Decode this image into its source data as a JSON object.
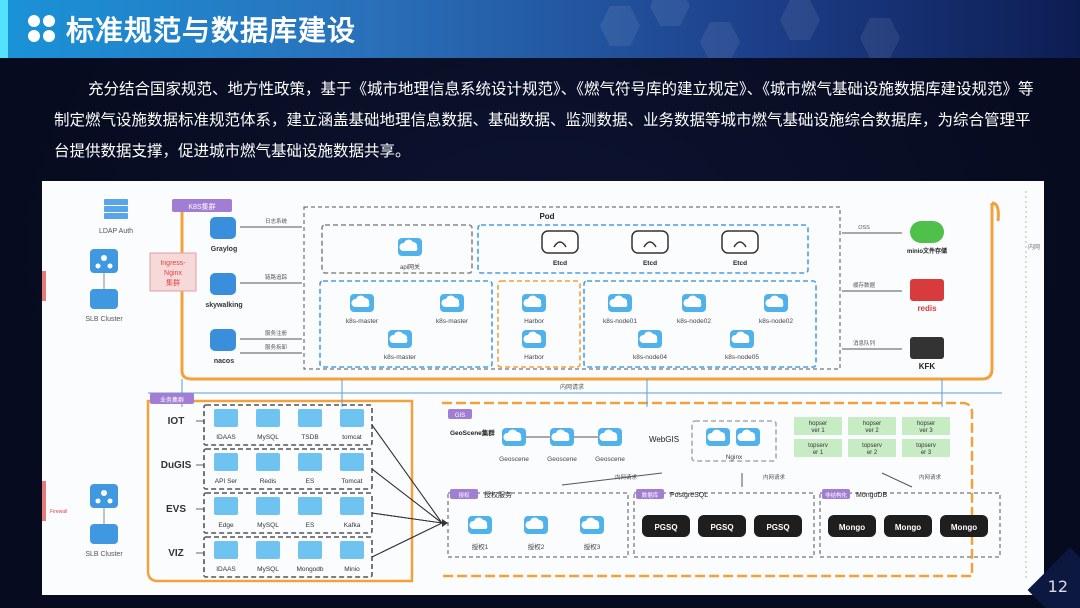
{
  "slide": {
    "title": "标准规范与数据库建设",
    "paragraph": "充分结合国家规范、地方性政策，基于《城市地理信息系统设计规范》、《燃气符号库的建立规定》、《城市燃气基础设施数据库建设规范》等制定燃气设施数据标准规范体系，建立涵盖基础地理信息数据、基础数据、监测数据、业务数据等城市燃气基础设施综合数据库，为综合管理平台提供数据支撑，促进城市燃气基础设施数据共享。",
    "page_number": "12"
  },
  "colors": {
    "accent": "#1a93d8",
    "orange": "#f2a23c",
    "blue_dash": "#4a9fe0",
    "cloud": "#4fb2ea"
  },
  "diagram": {
    "ldap": "LDAP Auth",
    "slb": "SLB Cluster",
    "k8s_tag": "K8S集群",
    "ingress": [
      "Ingress-",
      "Nginx",
      "集群"
    ],
    "side_services": [
      {
        "label": "Graylog",
        "link": "日志系统",
        "icon": "sync-icon"
      },
      {
        "label": "skywalking",
        "link": "链路追踪",
        "icon": "heartbeat-icon"
      },
      {
        "label": "nacos",
        "link": "服务注册",
        "link2": "服务拆卸",
        "icon": "cluster-icon"
      }
    ],
    "pod": {
      "title": "Pod",
      "api_gateway": "api网关",
      "etcd": [
        "Etcd",
        "Etcd",
        "Etcd"
      ],
      "masters": [
        "k8s-master",
        "k8s-master",
        "k8s-master"
      ],
      "harbor": [
        "Harbor",
        "Harbor"
      ],
      "nodes": [
        "k8s-node01",
        "k8s-node02",
        "k8s-node02",
        "k8s-node04",
        "k8s-node05"
      ]
    },
    "right_services": [
      {
        "label": "minio文件存储",
        "link": "OSS"
      },
      {
        "label": "redis",
        "link": "缓存数据"
      },
      {
        "label": "KFK",
        "link": "消息队列"
      }
    ],
    "right_edge_text": "内网",
    "intranet_request": "内网请求",
    "biz_tag": "业务集群",
    "business": [
      {
        "group": "IOT",
        "items": [
          "IDAAS",
          "MySQL",
          "TSDB",
          "tomcat"
        ]
      },
      {
        "group": "DuGIS",
        "items": [
          "API Ser",
          "Redis",
          "ES",
          "Tomcat"
        ]
      },
      {
        "group": "EVS",
        "items": [
          "Edge",
          "MySQL",
          "ES",
          "Kafka"
        ]
      },
      {
        "group": "VIZ",
        "items": [
          "IDAAS",
          "MySQL",
          "Mongodb",
          "Minio"
        ]
      }
    ],
    "gis": {
      "tag": "GIS",
      "label": "GeoScene集群",
      "nodes": [
        "Geoscene",
        "Geoscene",
        "Geoscene"
      ],
      "webgis": "WebGIS",
      "nginx": "Nginx",
      "hopser": [
        [
          "hopser",
          "ver 1"
        ],
        [
          "hopser",
          "ver 2"
        ],
        [
          "hopser",
          "ver 3"
        ],
        [
          "topserv",
          "er 1"
        ],
        [
          "topserv",
          "er 2"
        ],
        [
          "topserv",
          "er 3"
        ]
      ]
    },
    "auth": {
      "tag": "授权",
      "title": "授权服务",
      "items": [
        "授权1",
        "授权2",
        "授权3"
      ]
    },
    "pg": {
      "tag": "数据库",
      "title": "PostgreSQL",
      "items": [
        "PGSQ",
        "PGSQ",
        "PGSQ"
      ]
    },
    "mongo": {
      "tag": "非结构化",
      "title": "MongoDB",
      "items": [
        "Mongo",
        "Mongo",
        "Mongo"
      ]
    },
    "firewall": "Firewall"
  }
}
